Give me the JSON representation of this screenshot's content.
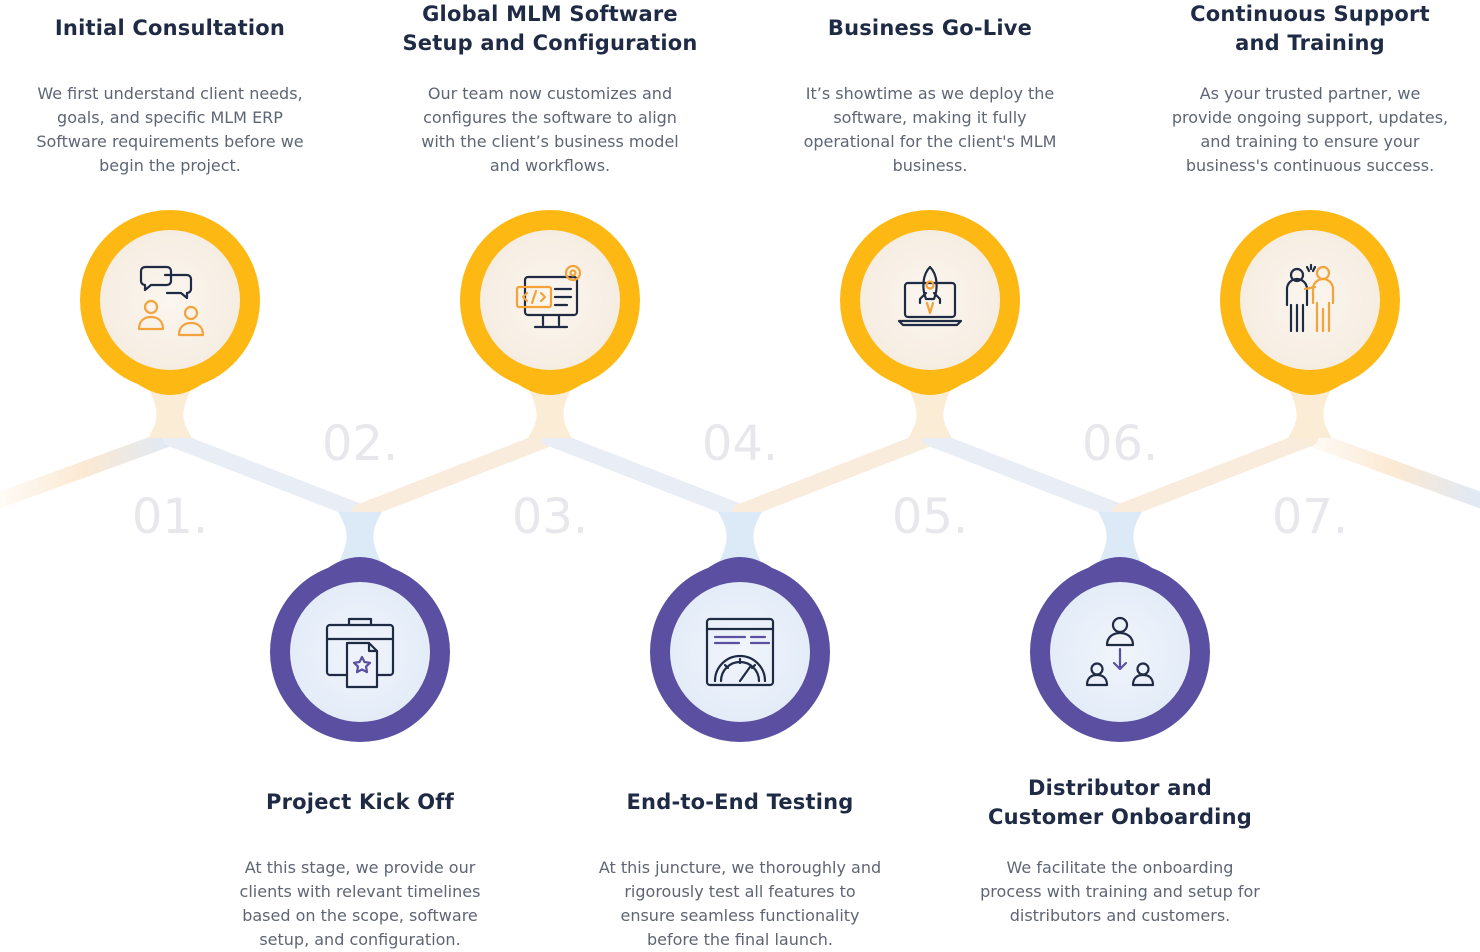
{
  "steps": [
    {
      "number": "01.",
      "title": [
        "Initial Consultation"
      ],
      "description": [
        "We first understand client needs,",
        "goals, and specific MLM ERP",
        "Software requirements before we",
        "begin the project."
      ],
      "icon": "consultation-chat-icon",
      "position": "top",
      "ring_color": "#fdb813"
    },
    {
      "number": "02.",
      "title": [
        "Project Kick Off"
      ],
      "description": [
        "At this stage, we provide our",
        "clients with relevant timelines",
        "based on the scope, software",
        "setup, and configuration."
      ],
      "icon": "briefcase-document-icon",
      "position": "bottom",
      "ring_color": "#5a4fa0"
    },
    {
      "number": "03.",
      "title": [
        "Global MLM Software",
        "Setup and Configuration"
      ],
      "description": [
        "Our team now customizes and",
        "configures the software to align",
        "with the client’s business model",
        "and workflows."
      ],
      "icon": "monitor-code-gear-icon",
      "position": "top",
      "ring_color": "#fdb813"
    },
    {
      "number": "04.",
      "title": [
        "End-to-End Testing"
      ],
      "description": [
        "At this juncture, we thoroughly and",
        "rigorously test all features to",
        "ensure seamless functionality",
        "before the final launch."
      ],
      "icon": "speedometer-window-icon",
      "position": "bottom",
      "ring_color": "#5a4fa0"
    },
    {
      "number": "05.",
      "title": [
        "Business Go-Live"
      ],
      "description": [
        "It’s showtime as we deploy the",
        "software, making it fully",
        "operational for the client's MLM",
        "business."
      ],
      "icon": "laptop-rocket-icon",
      "position": "top",
      "ring_color": "#fdb813"
    },
    {
      "number": "06.",
      "title": [
        "Distributor and",
        "Customer Onboarding"
      ],
      "description": [
        "We facilitate the onboarding",
        "process with training and setup for",
        "distributors and customers."
      ],
      "icon": "user-distribution-icon",
      "position": "bottom",
      "ring_color": "#5a4fa0"
    },
    {
      "number": "07.",
      "title": [
        "Continuous Support",
        "and Training"
      ],
      "description": [
        "As your trusted partner, we",
        "provide ongoing support, updates,",
        "and training to ensure your",
        "business's continuous success."
      ],
      "icon": "support-people-icon",
      "position": "top",
      "ring_color": "#fdb813"
    }
  ],
  "colors": {
    "yellow": "#fdb813",
    "purple": "#5a4fa0",
    "title": "#1f2a44",
    "text": "#5e6574",
    "number": "#e8e8ec",
    "connector_warm": "#fbecd6",
    "connector_cool": "#dce9f7"
  }
}
